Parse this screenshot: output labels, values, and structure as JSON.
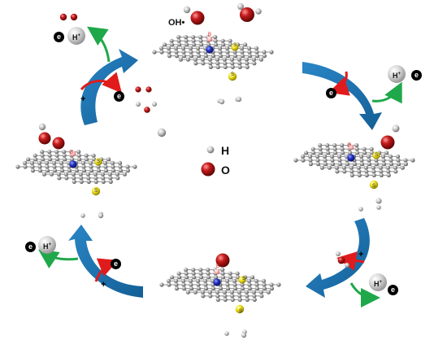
{
  "legend": {
    "h_label": "H",
    "o_label": "O"
  },
  "annotations": {
    "radical": "OH•",
    "plus_sign": "+"
  },
  "ions": {
    "proton": "H",
    "proton_charge": "+",
    "electron": "e"
  },
  "atom_labels": {
    "boron": "B",
    "sulfur": "S"
  },
  "colors": {
    "cycle_arrow": "#1b76b6",
    "cycle_arrow_end": "#2a86c6",
    "red_arrow": "#e01b1b",
    "green_arrow": "#1fa84a",
    "oxygen": "#b41414",
    "hydrogen": "#a8a8a8",
    "carbon": "#8e8e8e",
    "nitrogen": "#1f2dc8",
    "sulfur": "#f1e21a",
    "boron": "#ffb8b8"
  }
}
